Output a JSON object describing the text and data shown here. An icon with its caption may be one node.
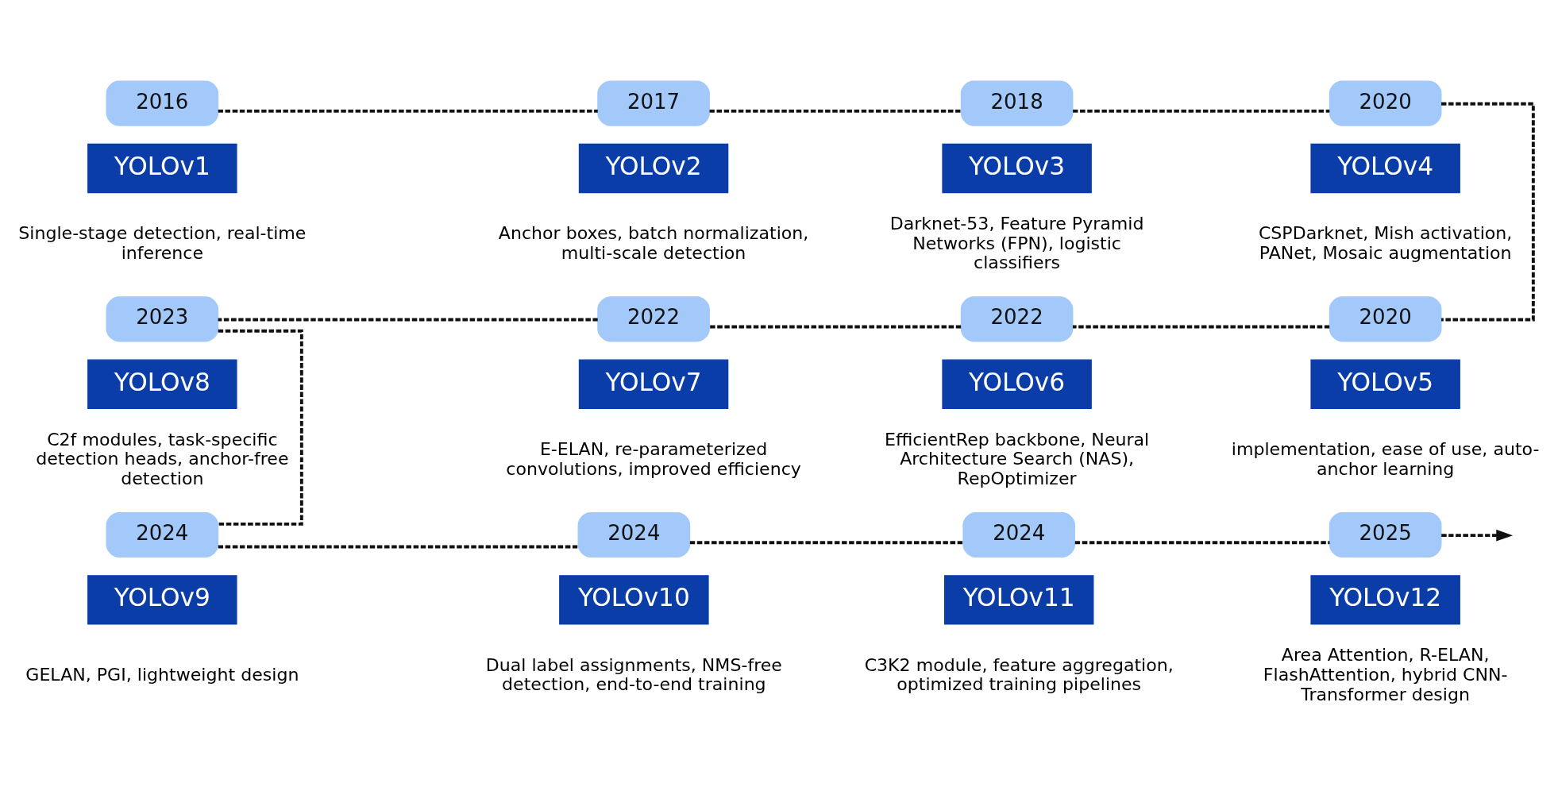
{
  "diagram": {
    "nodes": [
      {
        "text": [
          "2016"
        ]
      },
      {
        "text": [
          "YOLOv1"
        ],
        "beside": [
          "Single-stage detection, real-time inference"
        ]
      },
      {
        "text": [
          "2017"
        ]
      },
      {
        "text": [
          "YOLOv2"
        ],
        "beside": [
          "Anchor boxes, batch normalization, multi-scale detection"
        ]
      },
      {
        "text": [
          "2018"
        ]
      },
      {
        "text": [
          "YOLOv3"
        ],
        "beside": [
          "Darknet-53, Feature Pyramid Networks (FPN), logistic classifiers"
        ]
      },
      {
        "text": [
          "2020"
        ]
      },
      {
        "text": [
          "YOLOv4"
        ],
        "beside": [
          "CSPDarknet, Mish activation, PANet, Mosaic augmentation"
        ]
      },
      {
        "text": [
          "2023"
        ]
      },
      {
        "text": [
          "YOLOv8"
        ],
        "beside": [
          "C2f modules, task-specific detection heads, anchor-free detection"
        ]
      },
      {
        "text": [
          "2022"
        ]
      },
      {
        "text": [
          "YOLOv7"
        ],
        "beside": [
          "E-ELAN, re-parameterized convolutions, improved efficiency"
        ]
      },
      {
        "text": [
          "2022"
        ]
      },
      {
        "text": [
          "YOLOv6"
        ],
        "beside": [
          "EfficientRep backbone, Neural Architecture Search (NAS), RepOptimizer"
        ]
      },
      {
        "text": [
          "2020"
        ]
      },
      {
        "text": [
          "YOLOv5"
        ],
        "beside": [
          "implementation, ease of use, auto-anchor learning"
        ]
      },
      {
        "text": [
          "2024"
        ]
      },
      {
        "text": [
          "YOLOv9"
        ],
        "beside": [
          "GELAN, PGI, lightweight design"
        ]
      },
      {
        "text": [
          "2024"
        ]
      },
      {
        "text": [
          "YOLOv10"
        ],
        "beside": [
          "Dual label assignments, NMS-free detection, end-to-end training"
        ]
      },
      {
        "text": [
          "2024"
        ]
      },
      {
        "text": [
          "YOLOv11"
        ],
        "beside": [
          "C3K2 module, feature aggregation, optimized training pipelines"
        ]
      },
      {
        "text": [
          "2025"
        ]
      },
      {
        "text": [
          "YOLOv12"
        ],
        "beside": [
          "Area Attention, R-ELAN, FlashAttention, hybrid CNN-Transformer design"
        ]
      }
    ],
    "edges": [
      {
        "from": 0,
        "to": 2,
        "arrow": "none",
        "style": "dashed"
      },
      {
        "from": 2,
        "to": 4,
        "arrow": "none",
        "style": "dashed"
      },
      {
        "from": 4,
        "to": 6,
        "arrow": "none",
        "style": "dashed"
      },
      {
        "from": 6,
        "to": 14,
        "arrow": "none",
        "style": "dashed"
      },
      {
        "from": 14,
        "to": 12,
        "arrow": "none",
        "style": "dashed"
      },
      {
        "from": 12,
        "to": 10,
        "arrow": "none",
        "style": "dashed"
      },
      {
        "from": 10,
        "to": 8,
        "arrow": "none",
        "style": "dashed"
      },
      {
        "from": 8,
        "to": 16,
        "arrow": "none",
        "style": "dashed"
      },
      {
        "from": 16,
        "to": 18,
        "arrow": "none",
        "style": "dashed"
      },
      {
        "from": 18,
        "to": 20,
        "arrow": "none",
        "style": "dashed"
      },
      {
        "from": 20,
        "to": 22,
        "arrow": "none",
        "style": "dashed"
      },
      {
        "from": 22,
        "to": null,
        "arrow": "to",
        "style": "dashed"
      }
    ]
  }
}
